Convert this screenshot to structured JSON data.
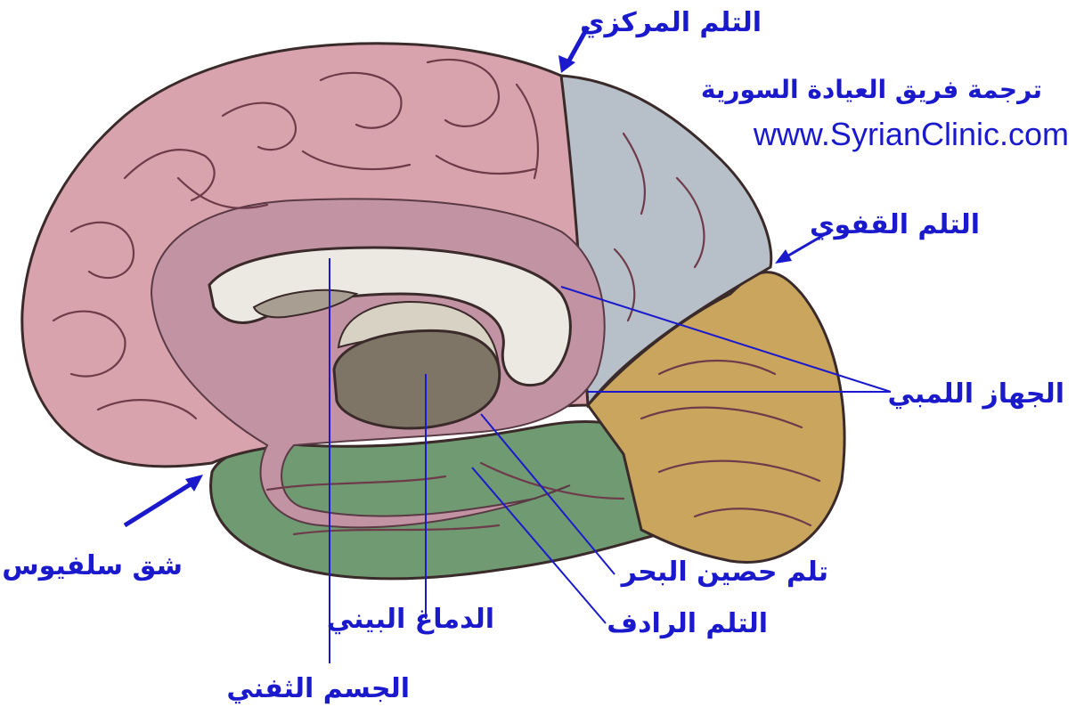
{
  "credit": {
    "team": "ترجمة فريق العيادة السورية",
    "url": "www.SyrianClinic.com"
  },
  "labels": {
    "central_lobe": "التلم المركزي",
    "occipital_sulcus": "التلم القفوي",
    "limbic_system": "الجهاز اللمبي",
    "sylvian_fissure": "شق سلفيوس",
    "hippocampal_sulcus": "تلم حصين البحر",
    "collateral_sulcus": "التلم الرادف",
    "diencephalon": "الدماغ البيني",
    "corpus_callosum": "الجسم الثفني"
  },
  "colors": {
    "frontal_parietal": "#d9a3ad",
    "limbic": "#c193a3",
    "occipital": "#b7bfc8",
    "cerebellum_like": "#c9a55e",
    "temporal": "#6f9a72",
    "callosum": "#ece8e2",
    "diencephalon": "#7f7566",
    "label_blue": "#1a1acc"
  }
}
